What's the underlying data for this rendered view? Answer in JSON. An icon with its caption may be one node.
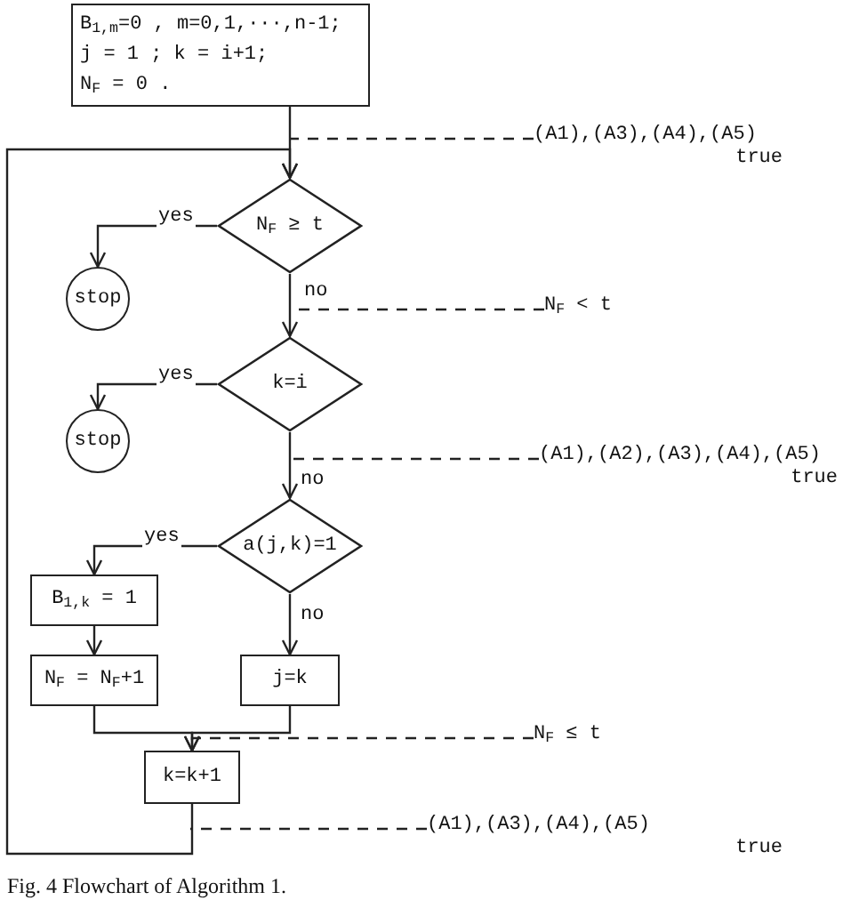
{
  "diagram": {
    "caption": "Fig. 4 Flowchart of Algorithm 1.",
    "nodes": [
      {
        "text": [
          "B$_{1,m}$=0 , m=0,1,···,n-1;",
          "j = 1 ;  k = i+1;",
          "N$_{F}$ = 0 ."
        ]
      },
      {
        "text": [
          "N$_{F}$ ≥ t"
        ]
      },
      {
        "text": [
          "stop"
        ]
      },
      {
        "text": [
          "k=i"
        ]
      },
      {
        "text": [
          "stop"
        ]
      },
      {
        "text": [
          "a(j,k)=1"
        ]
      },
      {
        "text": [
          "B$_{1,k}$ = 1"
        ]
      },
      {
        "text": [
          "N$_{F}$ = N$_{F}$+1"
        ]
      },
      {
        "text": [
          "j=k"
        ]
      },
      {
        "text": [
          "k=k+1"
        ]
      },
      {
        "text": [
          "(A1),(A3),(A4),(A5)",
          "true"
        ]
      },
      {
        "text": [
          "N$_{F}$ < t"
        ]
      },
      {
        "text": [
          "(A1),(A2),(A3),(A4),(A5)",
          "true"
        ]
      },
      {
        "text": [
          "N$_{F}$ ≤ t"
        ]
      },
      {
        "text": [
          "(A1),(A3),(A4),(A5)",
          "true"
        ]
      }
    ],
    "edges": [
      {
        "from": 0,
        "to": 1,
        "arrow": "to"
      },
      {
        "from": 9,
        "to": 1,
        "arrow": "to"
      },
      {
        "from": 1,
        "to": 2,
        "arrow": "to",
        "label": "yes"
      },
      {
        "from": 1,
        "to": 3,
        "arrow": "to",
        "label": "no"
      },
      {
        "from": 3,
        "to": 4,
        "arrow": "to",
        "label": "yes"
      },
      {
        "from": 3,
        "to": 5,
        "arrow": "to",
        "label": "no"
      },
      {
        "from": 5,
        "to": 6,
        "arrow": "to",
        "label": "yes"
      },
      {
        "from": 5,
        "to": 8,
        "arrow": "to",
        "label": "no"
      },
      {
        "from": 6,
        "to": 7,
        "arrow": "to"
      },
      {
        "from": 7,
        "to": 9,
        "arrow": "to"
      },
      {
        "from": 8,
        "to": 9,
        "arrow": "to"
      },
      {
        "from": 10,
        "to": null,
        "arrow": "none",
        "style": "dashed"
      },
      {
        "from": 11,
        "to": null,
        "arrow": "none",
        "style": "dashed"
      },
      {
        "from": 12,
        "to": null,
        "arrow": "none",
        "style": "dashed"
      },
      {
        "from": 13,
        "to": 9,
        "arrow": "none",
        "style": "dashed"
      },
      {
        "from": 14,
        "to": null,
        "arrow": "none",
        "style": "dashed"
      }
    ]
  }
}
